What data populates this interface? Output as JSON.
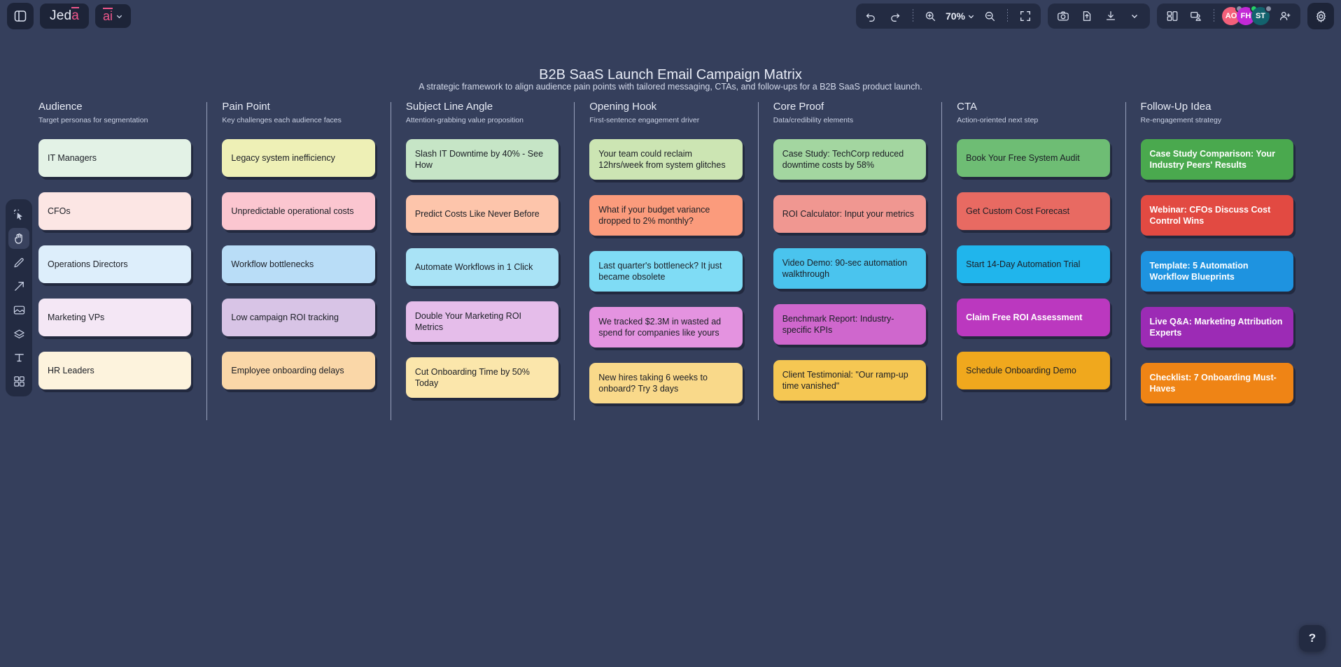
{
  "app": {
    "brand": "Jeda",
    "brand_accent_letter": "a",
    "ai_label": "ai",
    "help_label": "?"
  },
  "toolbar": {
    "sidebar_toggle": "sidebar-panel",
    "undo": "undo",
    "redo": "redo",
    "zoom_in": "zoom-in",
    "zoom_level": "70%",
    "zoom_out": "zoom-out",
    "fit_screen": "fit-to-screen",
    "screenshot": "camera",
    "upload": "upload",
    "download": "download",
    "layout": "layout",
    "present": "presentation",
    "add_user": "invite",
    "settings": "settings"
  },
  "collaborators": [
    {
      "initials": "AO",
      "color": "#f3607a",
      "status_color": "#8a8fa3"
    },
    {
      "initials": "FH",
      "color": "#c329d6",
      "status_color": "#25d366"
    },
    {
      "initials": "ST",
      "color": "#13636e",
      "status_color": "#8a8fa3"
    }
  ],
  "tools": [
    {
      "name": "select",
      "active": false
    },
    {
      "name": "hand",
      "active": true
    },
    {
      "name": "pen",
      "active": false
    },
    {
      "name": "arrow",
      "active": false
    },
    {
      "name": "shape",
      "active": false
    },
    {
      "name": "sticky",
      "active": false
    },
    {
      "name": "text",
      "active": false
    },
    {
      "name": "apps",
      "active": false
    }
  ],
  "doc": {
    "title": "B2B SaaS Launch Email Campaign Matrix",
    "subtitle": "A strategic framework to align audience pain points with tailored messaging, CTAs, and follow-ups for a B2B SaaS product launch."
  },
  "columns": [
    {
      "title": "Audience",
      "subtitle": "Target personas for segmentation",
      "cards": [
        {
          "text": "IT Managers",
          "bg": "#e3f2e6",
          "fg": "#1b1e25"
        },
        {
          "text": "CFOs",
          "bg": "#fce6e4",
          "fg": "#1b1e25"
        },
        {
          "text": "Operations Directors",
          "bg": "#ddeefb",
          "fg": "#1b1e25"
        },
        {
          "text": "Marketing VPs",
          "bg": "#f4e7f5",
          "fg": "#1b1e25"
        },
        {
          "text": "HR Leaders",
          "bg": "#fdf3dd",
          "fg": "#1b1e25"
        }
      ]
    },
    {
      "title": "Pain Point",
      "subtitle": "Key challenges each audience faces",
      "cards": [
        {
          "text": "Legacy system inefficiency",
          "bg": "#eef0b6",
          "fg": "#1b1e25"
        },
        {
          "text": "Unpredictable operational costs",
          "bg": "#fbc6d0",
          "fg": "#1b1e25"
        },
        {
          "text": "Workflow bottlenecks",
          "bg": "#b9ddf7",
          "fg": "#1b1e25"
        },
        {
          "text": "Low campaign ROI tracking",
          "bg": "#d8c4e6",
          "fg": "#1b1e25"
        },
        {
          "text": "Employee onboarding delays",
          "bg": "#fad7a8",
          "fg": "#1b1e25"
        }
      ]
    },
    {
      "title": "Subject Line Angle",
      "subtitle": "Attention-grabbing value proposition",
      "cards": [
        {
          "text": "Slash IT Downtime by 40% - See How",
          "bg": "#c6e5c6",
          "fg": "#1b1e25"
        },
        {
          "text": "Predict Costs Like Never Before",
          "bg": "#fdc5ab",
          "fg": "#1b1e25"
        },
        {
          "text": "Automate Workflows in 1 Click",
          "bg": "#a9e3f6",
          "fg": "#1b1e25"
        },
        {
          "text": "Double Your Marketing ROI Metrics",
          "bg": "#e5bdea",
          "fg": "#1b1e25"
        },
        {
          "text": "Cut Onboarding Time by 50% Today",
          "bg": "#fbe6ab",
          "fg": "#1b1e25"
        }
      ]
    },
    {
      "title": "Opening Hook",
      "subtitle": "First-sentence engagement driver",
      "cards": [
        {
          "text": "Your team could reclaim 12hrs/week from system glitches",
          "bg": "#cce5b3",
          "fg": "#1b1e25"
        },
        {
          "text": "What if your budget variance dropped to 2% monthly?",
          "bg": "#fb9b7c",
          "fg": "#1b1e25"
        },
        {
          "text": "Last quarter's bottleneck? It just became obsolete",
          "bg": "#7fdcf5",
          "fg": "#1b1e25"
        },
        {
          "text": "We tracked $2.3M in wasted ad spend for companies like yours",
          "bg": "#e493e0",
          "fg": "#1b1e25"
        },
        {
          "text": "New hires taking 6 weeks to onboard? Try 3 days",
          "bg": "#f9d98a",
          "fg": "#1b1e25"
        }
      ]
    },
    {
      "title": "Core Proof",
      "subtitle": "Data/credibility elements",
      "cards": [
        {
          "text": "Case Study: TechCorp reduced downtime costs by 58%",
          "bg": "#a3d6a0",
          "fg": "#1b1e25"
        },
        {
          "text": "ROI Calculator: Input your metrics",
          "bg": "#f09791",
          "fg": "#1b1e25"
        },
        {
          "text": "Video Demo: 90-sec automation walkthrough",
          "bg": "#4ac4ee",
          "fg": "#1b1e25"
        },
        {
          "text": "Benchmark Report: Industry-specific KPIs",
          "bg": "#cf67cd",
          "fg": "#1b1e25"
        },
        {
          "text": "Client Testimonial: \"Our ramp-up time vanished\"",
          "bg": "#f5c753",
          "fg": "#1b1e25"
        }
      ]
    },
    {
      "title": "CTA",
      "subtitle": "Action-oriented next step",
      "cards": [
        {
          "text": "Book Your Free System Audit",
          "bg": "#6ebd74",
          "fg": "#1b1e25"
        },
        {
          "text": "Get Custom Cost Forecast",
          "bg": "#e86a62",
          "fg": "#1b1e25"
        },
        {
          "text": "Start 14-Day Automation Trial",
          "bg": "#20b5ec",
          "fg": "#1b1e25"
        },
        {
          "text": "Claim Free ROI Assessment",
          "bg": "#bb38bf",
          "fg": "#ffffff"
        },
        {
          "text": "Schedule Onboarding Demo",
          "bg": "#f0a81d",
          "fg": "#1b1e25"
        }
      ]
    },
    {
      "title": "Follow-Up Idea",
      "subtitle": "Re-engagement strategy",
      "cards": [
        {
          "text": "Case Study Comparison: Your Industry Peers' Results",
          "bg": "#4aa94e",
          "fg": "#ffffff"
        },
        {
          "text": "Webinar: CFOs Discuss Cost Control Wins",
          "bg": "#e24a42",
          "fg": "#ffffff"
        },
        {
          "text": "Template: 5 Automation Workflow Blueprints",
          "bg": "#1e93e0",
          "fg": "#ffffff"
        },
        {
          "text": "Live Q&A: Marketing Attribution Experts",
          "bg": "#9c2bb5",
          "fg": "#ffffff"
        },
        {
          "text": "Checklist: 7 Onboarding Must-Haves",
          "bg": "#ef8415",
          "fg": "#ffffff"
        }
      ]
    }
  ]
}
